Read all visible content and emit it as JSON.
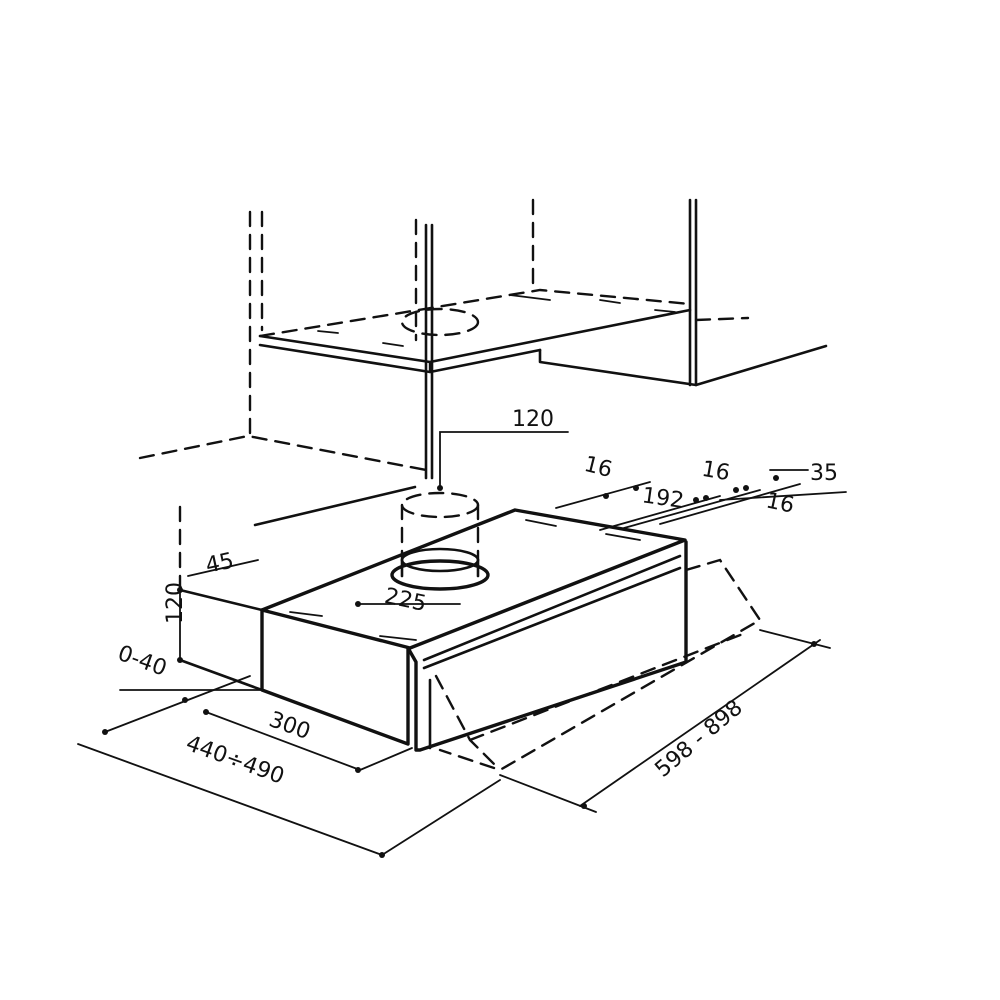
{
  "dimensions": {
    "duct_height": "120",
    "duct_diameter": "225",
    "side_height": "120",
    "front_offset": "45",
    "wall_gap": "0-40",
    "depth_inner": "300",
    "depth_total": "440÷490",
    "width": "598 - 898",
    "rear_16_a": "16",
    "rear_192": "192",
    "rear_16_b": "16",
    "rear_35": "35",
    "rear_16_c": "16"
  }
}
